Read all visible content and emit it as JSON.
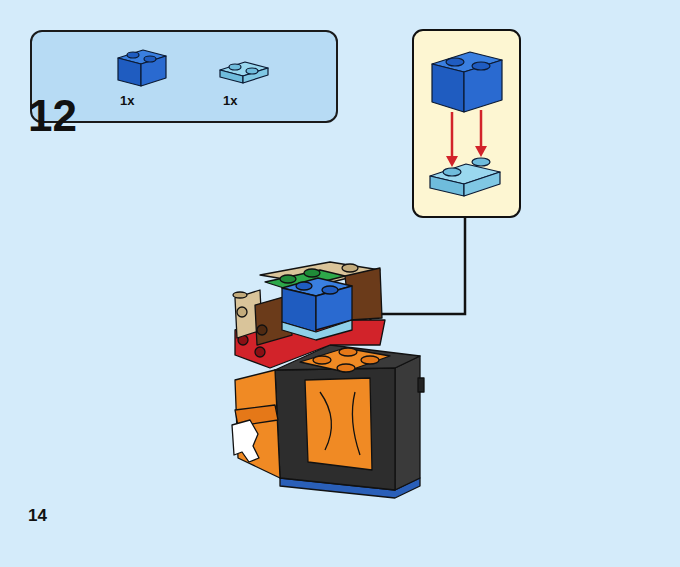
{
  "diagram": {
    "nodes": [
      {
        "text": [
          "1x",
          "1x"
        ]
      }
    ],
    "labels": [
      "12",
      "14"
    ]
  }
}
